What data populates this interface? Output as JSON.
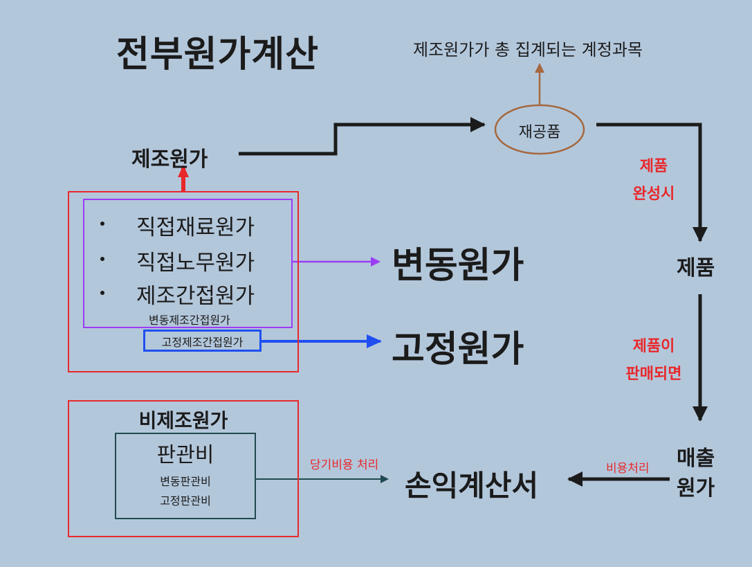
{
  "title": "전부원가계산",
  "top_note": "제조원가가 총 집계되는 계정과목",
  "nodes": {
    "wip": "재공품",
    "mfg_cost": "제조원가",
    "product": "제품",
    "cogs_line1": "매출",
    "cogs_line2": "원가",
    "income_statement": "손익계산서",
    "variable_cost": "변동원가",
    "fixed_cost": "고정원가"
  },
  "mfg_box": {
    "items": [
      "직접재료원가",
      "직접노무원가",
      "제조간접원가"
    ],
    "variable_overhead": "변동제조간접원가",
    "fixed_overhead": "고정제조간접원가"
  },
  "nonmfg_box": {
    "title": "비제조원가",
    "sga": "판관비",
    "variable_sga": "변동판관비",
    "fixed_sga": "고정판관비"
  },
  "edge_labels": {
    "completion_1": "제품",
    "completion_2": "완성시",
    "sold_1": "제품이",
    "sold_2": "판매되면",
    "expense_processing": "비용처리",
    "period_expense": "당기비용 처리"
  },
  "colors": {
    "background": "#b3c7db",
    "red": "#e8282b",
    "purple": "#9b3cf5",
    "blue": "#1f4ff0",
    "brown": "#a5683f",
    "dark_teal": "#1f4a4f",
    "black": "#1b1b1b"
  }
}
